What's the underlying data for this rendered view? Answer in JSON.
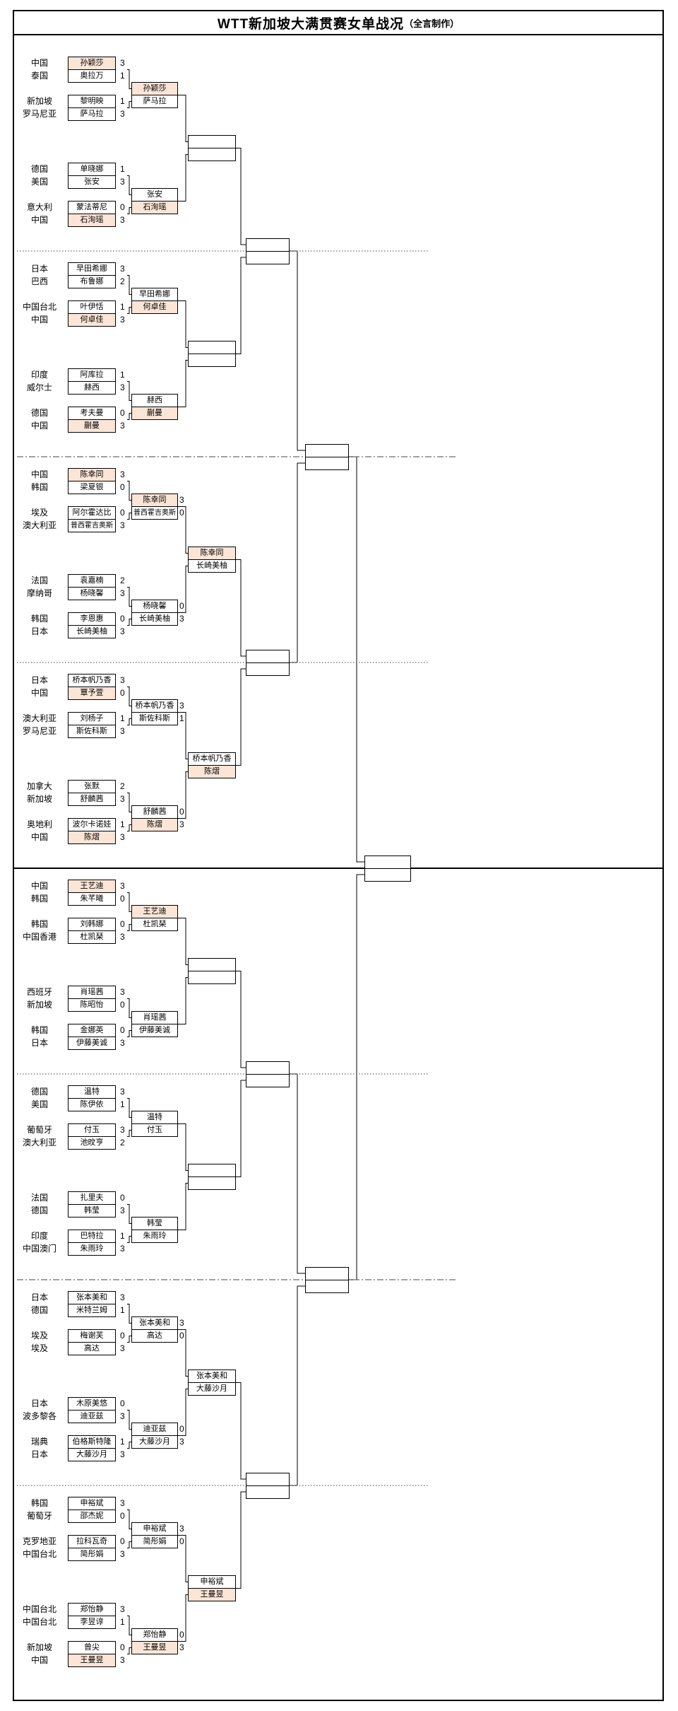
{
  "title": {
    "main": "WTT新加坡大满贯赛女单战况",
    "credit": "（全言制作）"
  },
  "colors": {
    "china_highlight": "#FBE5D6",
    "line": "#000000",
    "background": "#FFFFFF"
  },
  "bracket": {
    "sections": [
      {
        "r64": [
          {
            "country_top": "中国",
            "top": "孙颖莎",
            "top_score": "3",
            "top_cn": true,
            "country_bottom": "泰国",
            "bottom": "奥拉万",
            "bottom_score": "1",
            "bottom_cn": false
          },
          {
            "country_top": "新加坡",
            "top": "黎明映",
            "top_score": "1",
            "top_cn": false,
            "country_bottom": "罗马尼亚",
            "bottom": "萨马拉",
            "bottom_score": "3",
            "bottom_cn": false
          },
          {
            "country_top": "德国",
            "top": "单晓娜",
            "top_score": "1",
            "top_cn": false,
            "country_bottom": "美国",
            "bottom": "张安",
            "bottom_score": "3",
            "bottom_cn": false
          },
          {
            "country_top": "意大利",
            "top": "蒙法蒂尼",
            "top_score": "0",
            "top_cn": false,
            "country_bottom": "中国",
            "bottom": "石洵瑶",
            "bottom_score": "3",
            "bottom_cn": true
          }
        ],
        "r32": [
          {
            "top": "孙颖莎",
            "top_score": "",
            "top_cn": true,
            "bottom": "萨马拉",
            "bottom_score": "",
            "bottom_cn": false
          },
          {
            "top": "张安",
            "top_score": "",
            "top_cn": false,
            "bottom": "石洵瑶",
            "bottom_score": "",
            "bottom_cn": true
          }
        ],
        "r16": {
          "top": "",
          "top_cn": false,
          "bottom": "",
          "bottom_cn": false
        }
      },
      {
        "r64": [
          {
            "country_top": "日本",
            "top": "早田希娜",
            "top_score": "3",
            "top_cn": false,
            "country_bottom": "巴西",
            "bottom": "布鲁娜",
            "bottom_score": "2",
            "bottom_cn": false
          },
          {
            "country_top": "中国台北",
            "top": "叶伊恬",
            "top_score": "1",
            "top_cn": false,
            "country_bottom": "中国",
            "bottom": "何卓佳",
            "bottom_score": "3",
            "bottom_cn": true
          },
          {
            "country_top": "印度",
            "top": "阿库拉",
            "top_score": "1",
            "top_cn": false,
            "country_bottom": "威尔士",
            "bottom": "赫西",
            "bottom_score": "3",
            "bottom_cn": false
          },
          {
            "country_top": "德国",
            "top": "考夫曼",
            "top_score": "0",
            "top_cn": false,
            "country_bottom": "中国",
            "bottom": "蒯曼",
            "bottom_score": "3",
            "bottom_cn": true
          }
        ],
        "r32": [
          {
            "top": "早田希娜",
            "top_score": "",
            "top_cn": false,
            "bottom": "何卓佳",
            "bottom_score": "",
            "bottom_cn": true
          },
          {
            "top": "赫西",
            "top_score": "",
            "top_cn": false,
            "bottom": "蒯曼",
            "bottom_score": "",
            "bottom_cn": true
          }
        ],
        "r16": {
          "top": "",
          "top_cn": false,
          "bottom": "",
          "bottom_cn": false
        }
      },
      {
        "r64": [
          {
            "country_top": "中国",
            "top": "陈幸同",
            "top_score": "3",
            "top_cn": true,
            "country_bottom": "韩国",
            "bottom": "梁夏银",
            "bottom_score": "0",
            "bottom_cn": false
          },
          {
            "country_top": "埃及",
            "top": "阿尔霍达比",
            "top_score": "0",
            "top_cn": false,
            "country_bottom": "澳大利亚",
            "bottom": "普西霍吉奥斯",
            "bottom_score": "3",
            "bottom_cn": false
          },
          {
            "country_top": "法国",
            "top": "袁嘉楠",
            "top_score": "2",
            "top_cn": false,
            "country_bottom": "摩纳哥",
            "bottom": "杨晓馨",
            "bottom_score": "3",
            "bottom_cn": false
          },
          {
            "country_top": "韩国",
            "top": "李恩惠",
            "top_score": "0",
            "top_cn": false,
            "country_bottom": "日本",
            "bottom": "长崎美柚",
            "bottom_score": "3",
            "bottom_cn": false
          }
        ],
        "r32": [
          {
            "top": "陈幸同",
            "top_score": "3",
            "top_cn": true,
            "bottom": "普西霍吉奥斯",
            "bottom_score": "0",
            "bottom_cn": false
          },
          {
            "top": "杨晓馨",
            "top_score": "0",
            "top_cn": false,
            "bottom": "长崎美柚",
            "bottom_score": "3",
            "bottom_cn": false
          }
        ],
        "r16": {
          "top": "陈幸同",
          "top_cn": true,
          "bottom": "长崎美柚",
          "bottom_cn": false
        }
      },
      {
        "r64": [
          {
            "country_top": "日本",
            "top": "桥本帆乃香",
            "top_score": "3",
            "top_cn": false,
            "country_bottom": "中国",
            "bottom": "覃予萱",
            "bottom_score": "0",
            "bottom_cn": true
          },
          {
            "country_top": "澳大利亚",
            "top": "刘杨子",
            "top_score": "1",
            "top_cn": false,
            "country_bottom": "罗马尼亚",
            "bottom": "斯佐科斯",
            "bottom_score": "3",
            "bottom_cn": false
          },
          {
            "country_top": "加拿大",
            "top": "张默",
            "top_score": "2",
            "top_cn": false,
            "country_bottom": "新加坡",
            "bottom": "舒麟茜",
            "bottom_score": "3",
            "bottom_cn": false
          },
          {
            "country_top": "奥地利",
            "top": "波尔卡诺娃",
            "top_score": "1",
            "top_cn": false,
            "country_bottom": "中国",
            "bottom": "陈熠",
            "bottom_score": "3",
            "bottom_cn": true
          }
        ],
        "r32": [
          {
            "top": "桥本帆乃香",
            "top_score": "3",
            "top_cn": false,
            "bottom": "斯佐科斯",
            "bottom_score": "1",
            "bottom_cn": false
          },
          {
            "top": "舒麟茜",
            "top_score": "0",
            "top_cn": false,
            "bottom": "陈熠",
            "bottom_score": "3",
            "bottom_cn": true
          }
        ],
        "r16": {
          "top": "桥本帆乃香",
          "top_cn": false,
          "bottom": "陈熠",
          "bottom_cn": true
        }
      },
      {
        "r64": [
          {
            "country_top": "中国",
            "top": "王艺迪",
            "top_score": "3",
            "top_cn": true,
            "country_bottom": "韩国",
            "bottom": "朱芊曦",
            "bottom_score": "0",
            "bottom_cn": false
          },
          {
            "country_top": "韩国",
            "top": "刘韩娜",
            "top_score": "0",
            "top_cn": false,
            "country_bottom": "中国香港",
            "bottom": "杜凯琹",
            "bottom_score": "3",
            "bottom_cn": false
          },
          {
            "country_top": "西班牙",
            "top": "肖瑶茜",
            "top_score": "3",
            "top_cn": false,
            "country_bottom": "新加坡",
            "bottom": "陈昭怡",
            "bottom_score": "0",
            "bottom_cn": false
          },
          {
            "country_top": "韩国",
            "top": "金娜英",
            "top_score": "0",
            "top_cn": false,
            "country_bottom": "日本",
            "bottom": "伊藤美诚",
            "bottom_score": "3",
            "bottom_cn": false
          }
        ],
        "r32": [
          {
            "top": "王艺迪",
            "top_score": "",
            "top_cn": true,
            "bottom": "杜凯琹",
            "bottom_score": "",
            "bottom_cn": false
          },
          {
            "top": "肖瑶茜",
            "top_score": "",
            "top_cn": false,
            "bottom": "伊藤美诚",
            "bottom_score": "",
            "bottom_cn": false
          }
        ],
        "r16": {
          "top": "",
          "top_cn": false,
          "bottom": "",
          "bottom_cn": false
        }
      },
      {
        "r64": [
          {
            "country_top": "德国",
            "top": "温特",
            "top_score": "3",
            "top_cn": false,
            "country_bottom": "美国",
            "bottom": "陈伊依",
            "bottom_score": "1",
            "bottom_cn": false
          },
          {
            "country_top": "葡萄牙",
            "top": "付玉",
            "top_score": "3",
            "top_cn": false,
            "country_bottom": "澳大利亚",
            "bottom": "池旼亨",
            "bottom_score": "2",
            "bottom_cn": false
          },
          {
            "country_top": "法国",
            "top": "扎里夫",
            "top_score": "0",
            "top_cn": false,
            "country_bottom": "德国",
            "bottom": "韩莹",
            "bottom_score": "3",
            "bottom_cn": false
          },
          {
            "country_top": "印度",
            "top": "巴特拉",
            "top_score": "1",
            "top_cn": false,
            "country_bottom": "中国澳门",
            "bottom": "朱雨玲",
            "bottom_score": "3",
            "bottom_cn": false
          }
        ],
        "r32": [
          {
            "top": "温特",
            "top_score": "",
            "top_cn": false,
            "bottom": "付玉",
            "bottom_score": "",
            "bottom_cn": false
          },
          {
            "top": "韩莹",
            "top_score": "",
            "top_cn": false,
            "bottom": "朱雨玲",
            "bottom_score": "",
            "bottom_cn": false
          }
        ],
        "r16": {
          "top": "",
          "top_cn": false,
          "bottom": "",
          "bottom_cn": false
        }
      },
      {
        "r64": [
          {
            "country_top": "日本",
            "top": "张本美和",
            "top_score": "3",
            "top_cn": false,
            "country_bottom": "德国",
            "bottom": "米特兰姆",
            "bottom_score": "1",
            "bottom_cn": false
          },
          {
            "country_top": "埃及",
            "top": "梅谢芙",
            "top_score": "0",
            "top_cn": false,
            "country_bottom": "埃及",
            "bottom": "高达",
            "bottom_score": "3",
            "bottom_cn": false
          },
          {
            "country_top": "日本",
            "top": "木原美悠",
            "top_score": "0",
            "top_cn": false,
            "country_bottom": "波多黎各",
            "bottom": "迪亚兹",
            "bottom_score": "3",
            "bottom_cn": false
          },
          {
            "country_top": "瑞典",
            "top": "伯格斯特隆",
            "top_score": "1",
            "top_cn": false,
            "country_bottom": "日本",
            "bottom": "大藤沙月",
            "bottom_score": "3",
            "bottom_cn": false
          }
        ],
        "r32": [
          {
            "top": "张本美和",
            "top_score": "3",
            "top_cn": false,
            "bottom": "高达",
            "bottom_score": "0",
            "bottom_cn": false
          },
          {
            "top": "迪亚兹",
            "top_score": "0",
            "top_cn": false,
            "bottom": "大藤沙月",
            "bottom_score": "3",
            "bottom_cn": false
          }
        ],
        "r16": {
          "top": "张本美和",
          "top_cn": false,
          "bottom": "大藤沙月",
          "bottom_cn": false
        }
      },
      {
        "r64": [
          {
            "country_top": "韩国",
            "top": "申裕斌",
            "top_score": "3",
            "top_cn": false,
            "country_bottom": "葡萄牙",
            "bottom": "邵杰妮",
            "bottom_score": "0",
            "bottom_cn": false
          },
          {
            "country_top": "克罗地亚",
            "top": "拉科瓦奇",
            "top_score": "0",
            "top_cn": false,
            "country_bottom": "中国台北",
            "bottom": "简彤娟",
            "bottom_score": "3",
            "bottom_cn": false
          },
          {
            "country_top": "中国台北",
            "top": "郑怡静",
            "top_score": "3",
            "top_cn": false,
            "country_bottom": "中国台北",
            "bottom": "李昱谆",
            "bottom_score": "1",
            "bottom_cn": false
          },
          {
            "country_top": "新加坡",
            "top": "曾尖",
            "top_score": "0",
            "top_cn": false,
            "country_bottom": "中国",
            "bottom": "王曼昱",
            "bottom_score": "3",
            "bottom_cn": true
          }
        ],
        "r32": [
          {
            "top": "申裕斌",
            "top_score": "3",
            "top_cn": false,
            "bottom": "简彤娟",
            "bottom_score": "0",
            "bottom_cn": false
          },
          {
            "top": "郑怡静",
            "top_score": "0",
            "top_cn": false,
            "bottom": "王曼昱",
            "bottom_score": "3",
            "bottom_cn": true
          }
        ],
        "r16": {
          "top": "申裕斌",
          "top_cn": false,
          "bottom": "王曼昱",
          "bottom_cn": true
        }
      }
    ]
  }
}
